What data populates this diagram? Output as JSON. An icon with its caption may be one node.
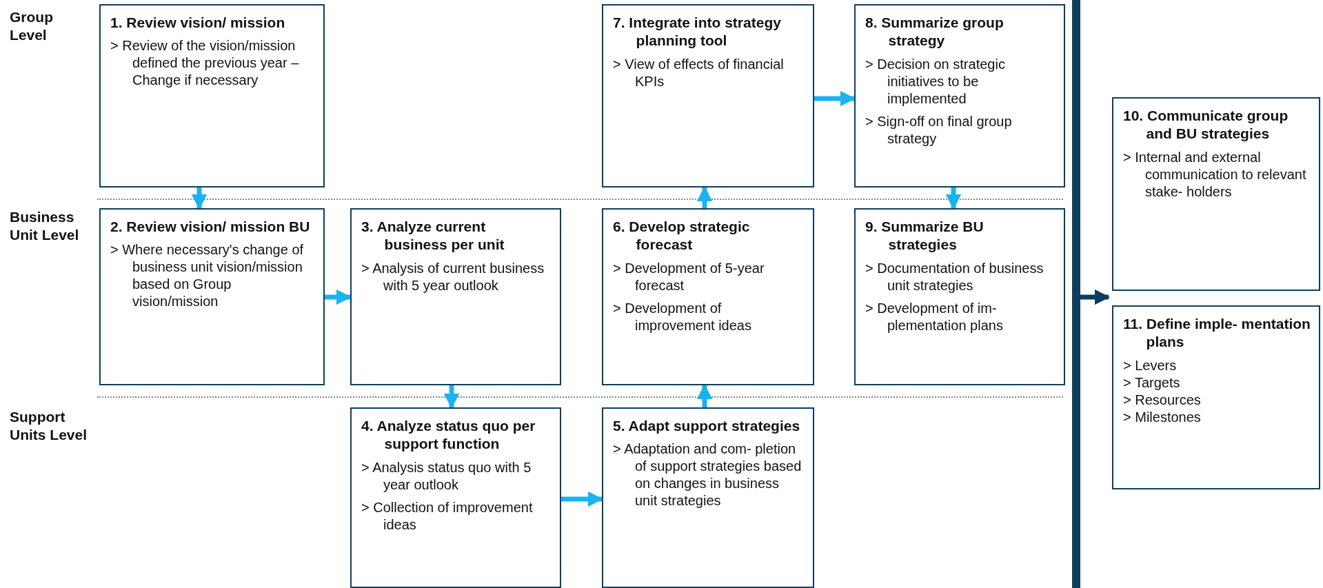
{
  "diagram": {
    "nodes": [
      {
        "text": [
          "1. Review vision/ mission",
          "> Review of the vision/mission defined the previous year – Change if necessary"
        ]
      },
      {
        "text": [
          "2. Review vision/ mission BU",
          "> Where necessary's change of business unit vision/mission based on Group vision/mission"
        ]
      },
      {
        "text": [
          "3. Analyze current business per unit",
          "> Analysis of current business with 5 year outlook"
        ]
      },
      {
        "text": [
          "4. Analyze status quo per support function",
          "> Analysis status quo with 5 year outlook",
          "> Collection of improvement ideas"
        ]
      },
      {
        "text": [
          "5. Adapt support strategies",
          "> Adaptation and com- pletion of support strategies based on changes in business unit strategies"
        ]
      },
      {
        "text": [
          "6. Develop strategic forecast",
          "> Development of 5-year forecast",
          "> Development of improvement ideas"
        ]
      },
      {
        "text": [
          "7. Integrate into strategy planning tool",
          "> View of effects of financial KPIs"
        ]
      },
      {
        "text": [
          "8. Summarize group strategy",
          "> Decision on strategic initiatives to be implemented",
          "> Sign-off on final group strategy"
        ]
      },
      {
        "text": [
          "9. Summarize BU strategies",
          "> Documentation of business unit strategies",
          "> Development of im- plementation plans"
        ]
      },
      {
        "text": [
          "10. Communicate group and BU strategies",
          "> Internal and external communication to relevant stake- holders"
        ]
      },
      {
        "text": [
          "11. Define imple- mentation plans",
          "> Levers",
          "> Targets",
          "> Resources",
          "> Milestones"
        ]
      },
      {
        "text": [],
        "shape": "bar"
      }
    ],
    "edges": [
      {
        "from": 0,
        "to": 1,
        "arrow": "to"
      },
      {
        "from": 1,
        "to": 2,
        "arrow": "to"
      },
      {
        "from": 2,
        "to": 3,
        "arrow": "to"
      },
      {
        "from": 3,
        "to": 4,
        "arrow": "to"
      },
      {
        "from": 4,
        "to": 5,
        "arrow": "to"
      },
      {
        "from": 5,
        "to": 6,
        "arrow": "to"
      },
      {
        "from": 6,
        "to": 7,
        "arrow": "to"
      },
      {
        "from": 7,
        "to": 8,
        "arrow": "to"
      },
      {
        "from": 11,
        "to": null,
        "arrow": "to",
        "color": "#0f3d5e"
      }
    ],
    "labels": [
      "Group Level",
      "Business Unit Level",
      "Support Units Level"
    ]
  }
}
